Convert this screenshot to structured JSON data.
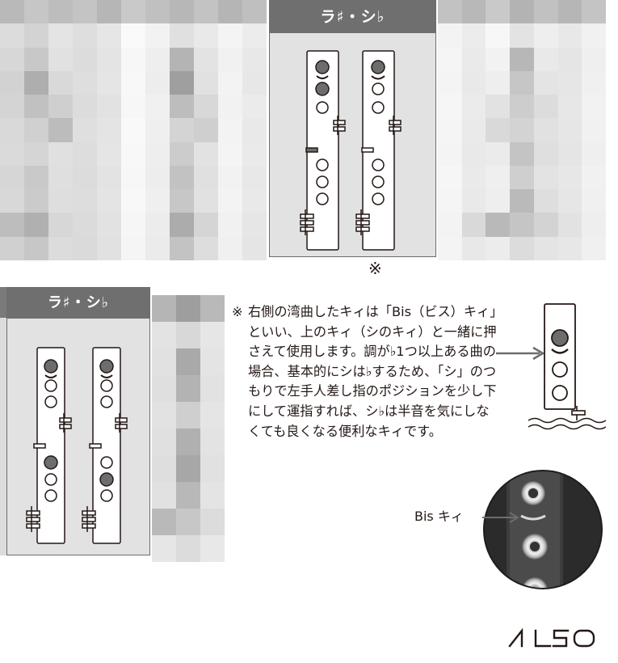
{
  "top_panel": {
    "title": "ラ♯・シ♭",
    "footnote_mark": "※"
  },
  "bottom_panel": {
    "title": "ラ♯・シ♭"
  },
  "note": {
    "mark": "※",
    "text": "右側の湾曲したキィは「Bis（ビス）キィ」といい、上のキィ（シのキィ）と一緒に押さえて使用します。調が♭1つ以上ある曲の場合、基本的にシは♭するため、「シ」のつもりで左手人差し指のポジションを少し下にして運指すれば、シ♭は半音を気にしなくても良くなる便利なキィです。"
  },
  "photo": {
    "label": "Bis キィ"
  },
  "logo": {
    "text": "ALSO"
  },
  "colors": {
    "panel_header": "#6f6f6f",
    "panel_bg": "#e2e2e2",
    "closed_hole": "#6d6d6d",
    "text": "#231815"
  },
  "icons": [
    "closed-hole-icon",
    "open-hole-icon",
    "bis-key-icon",
    "side-key-icon",
    "arrow-icon",
    "water-waves-icon"
  ]
}
